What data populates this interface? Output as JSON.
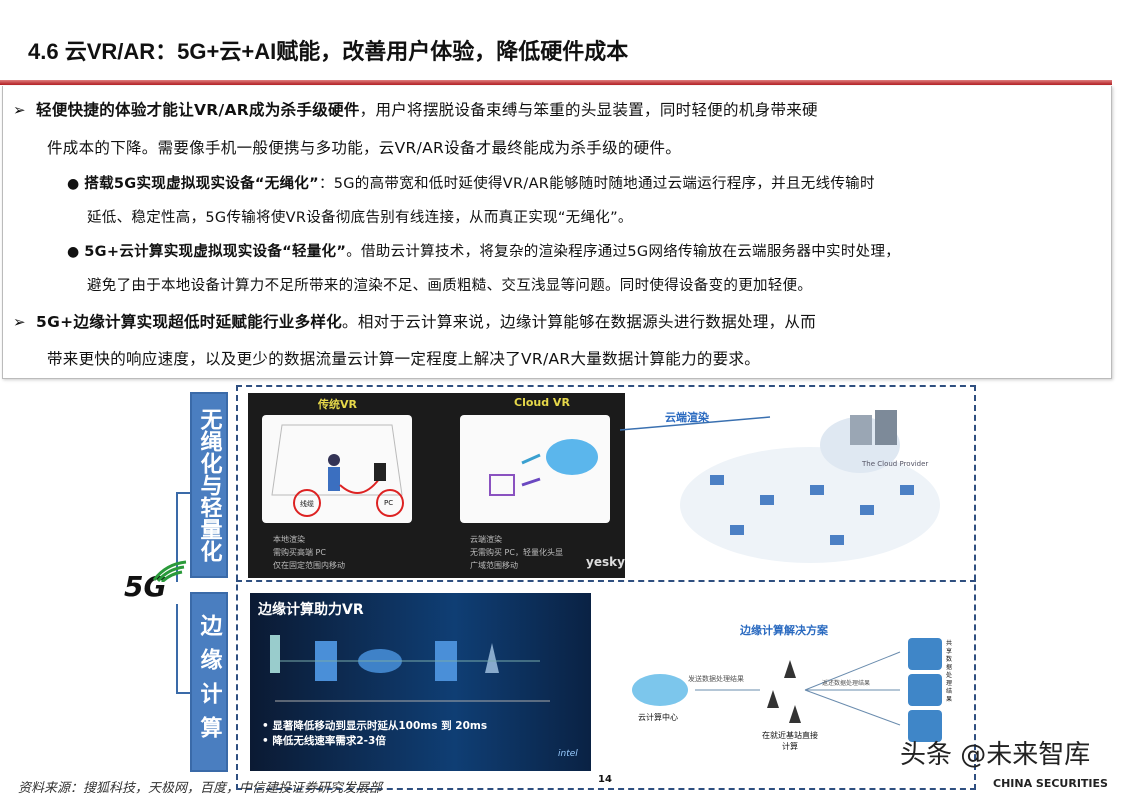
{
  "title": "4.6 云VR/AR：5G+云+AI赋能，改善用户体验，降低硬件成本",
  "accent_color": "#b0181c",
  "bullets": [
    {
      "bold": "轻便快捷的体验才能让VR/AR成为杀手级硬件",
      "text": "，用户将摆脱设备束缚与笨重的头显装置，同时轻便的机身带来硬",
      "cont": "件成本的下降。需要像手机一般便携与多功能，云VR/AR设备才最终能成为杀手级的硬件。"
    },
    {
      "bold": "搭载5G实现虚拟现实设备“无绳化”",
      "text": "：5G的高带宽和低时延使得VR/AR能够随时随地通过云端运行程序，并且无线传输时",
      "cont": "延低、稳定性高，5G传输将使VR设备彻底告别有线连接，从而真正实现“无绳化”。"
    },
    {
      "bold": "5G+云计算实现虚拟现实设备“轻量化”",
      "text": "。借助云计算技术，将复杂的渲染程序通过5G网络传输放在云端服务器中实时处理，",
      "cont": "避免了由于本地设备计算力不足所带来的渲染不足、画质粗糙、交互浅显等问题。同时使得设备变的更加轻便。"
    },
    {
      "bold": "5G+边缘计算实现超低时延赋能行业多样化",
      "text": "。相对于云计算来说，边缘计算能够在数据源头进行数据处理，从而",
      "cont": "带来更快的响应速度，以及更少的数据流量云计算一定程度上解决了VR/AR大量数据计算能力的要求。"
    }
  ],
  "diagram": {
    "logo": "5G",
    "box1": "无绳化与轻量化",
    "box2": "边缘计算",
    "img1": {
      "left_title": "传统VR",
      "right_title": "Cloud VR",
      "left_items": [
        "本地渲染",
        "需购买高端 PC",
        "仅在固定范围内移动"
      ],
      "right_items": [
        "云端渲染",
        "无需购买 PC，轻量化头显",
        "广域范围移动"
      ],
      "tag1": "线缆",
      "tag2": "PC",
      "brand": "yesky"
    },
    "cloud_label": "云端渲染",
    "cloud_provider": "The Cloud Provider",
    "img2": {
      "title": "边缘计算助力VR",
      "points": [
        "显著降低移动到显示时延从100ms 到 20ms",
        "降低无线速率需求2-3倍"
      ],
      "brand": "intel"
    },
    "edge": {
      "title": "边缘计算解决方案",
      "cloud": "云计算中心",
      "send": "发送数据处理结果",
      "station": "在就近基站直接计算",
      "ret": "返还数据处理结果",
      "share": "共享数据处理结果"
    }
  },
  "page_number": "14",
  "source": "资料来源：搜狐科技，天极网，百度，中信建投证券研究发展部",
  "watermark": "头条 @未来智库",
  "watermark_sub": "CHINA SECURITIES"
}
